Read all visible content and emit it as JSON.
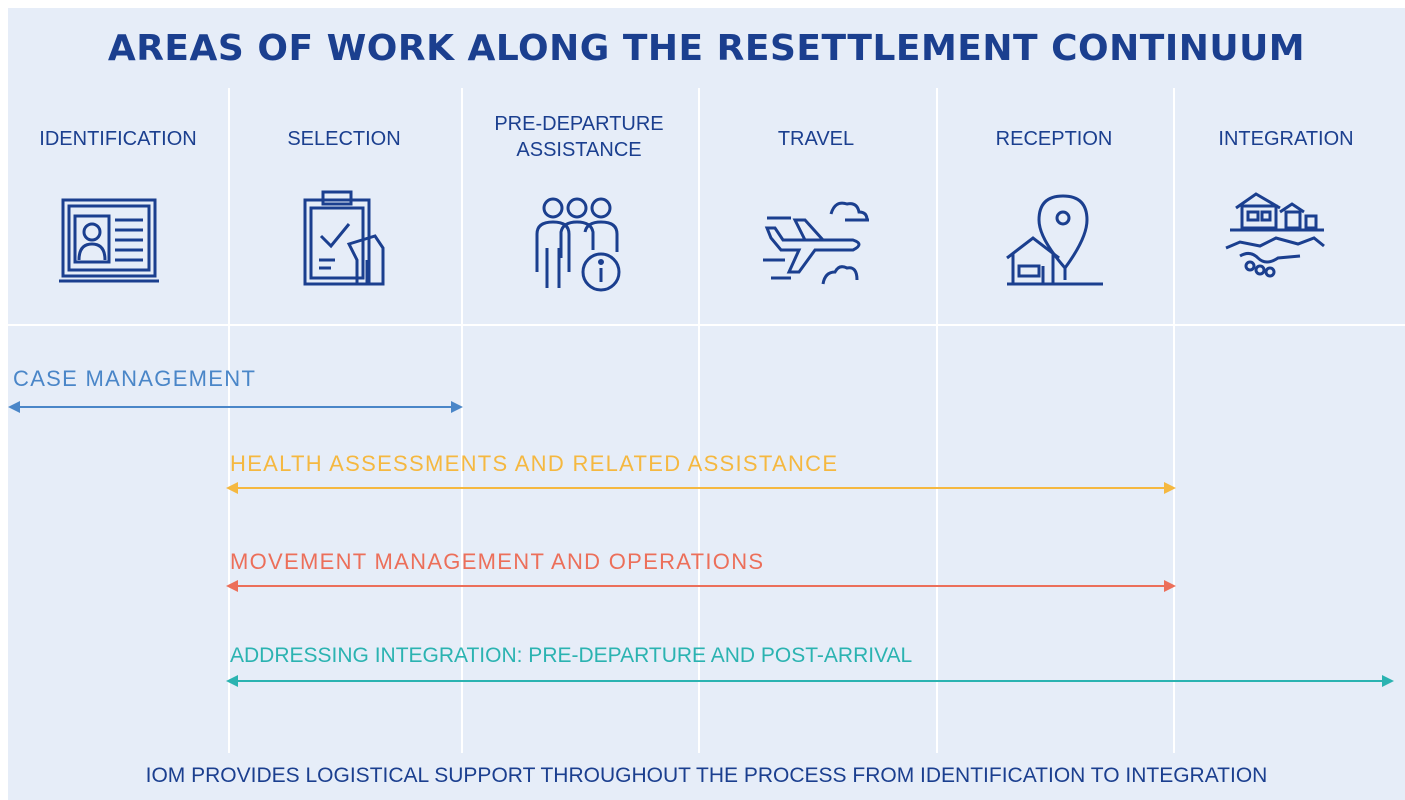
{
  "title": "AREAS OF WORK ALONG THE RESETTLEMENT CONTINUUM",
  "colors": {
    "navy": "#1b3f8f",
    "background": "#e6edf8",
    "case_management": "#4a86c8",
    "health": "#f5b840",
    "movement": "#ec6f5a",
    "integration": "#2bb3b1"
  },
  "stages": [
    {
      "label": "IDENTIFICATION",
      "icon": "id-card-icon"
    },
    {
      "label": "SELECTION",
      "icon": "clipboard-check-icon"
    },
    {
      "label": "PRE-DEPARTURE ASSISTANCE",
      "icon": "people-info-icon"
    },
    {
      "label": "TRAVEL",
      "icon": "airplane-icon"
    },
    {
      "label": "RECEPTION",
      "icon": "house-location-pin-icon"
    },
    {
      "label": "INTEGRATION",
      "icon": "house-handshake-icon"
    }
  ],
  "tracks": [
    {
      "label": "CASE MANAGEMENT",
      "color": "#4a86c8"
    },
    {
      "label": "HEALTH ASSESSMENTS AND RELATED ASSISTANCE",
      "color": "#f5b840"
    },
    {
      "label": "MOVEMENT MANAGEMENT AND OPERATIONS",
      "color": "#ec6f5a"
    },
    {
      "label": "ADDRESSING INTEGRATION: PRE-DEPARTURE AND POST-ARRIVAL",
      "color": "#2bb3b1"
    }
  ],
  "footer": "IOM PROVIDES LOGISTICAL SUPPORT THROUGHOUT THE PROCESS FROM IDENTIFICATION TO INTEGRATION"
}
